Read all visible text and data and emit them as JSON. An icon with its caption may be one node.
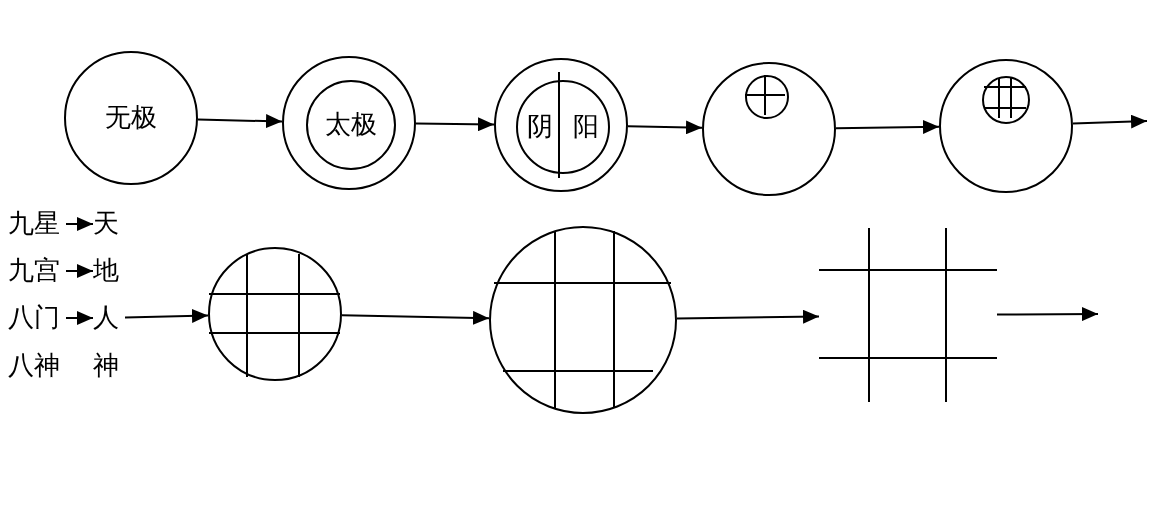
{
  "diagram": {
    "nodes": [
      {
        "text": [
          "无极"
        ]
      },
      {
        "text": [],
        "shape": "circle"
      },
      {
        "text": [
          "太极"
        ],
        "in": 1
      },
      {
        "text": [],
        "shape": "circle"
      },
      {
        "text": [
          "阴",
          "阳"
        ],
        "in": 3
      },
      {
        "text": [],
        "shape": "circle"
      },
      {
        "text": [],
        "shape": "circle",
        "in": 5
      },
      {
        "text": [],
        "shape": "circle"
      },
      {
        "text": [],
        "shape": "circle",
        "in": 7
      },
      {
        "text": [
          "九星"
        ]
      },
      {
        "text": [
          "天"
        ]
      },
      {
        "text": [
          "九宫"
        ]
      },
      {
        "text": [
          "地"
        ]
      },
      {
        "text": [
          "八门"
        ]
      },
      {
        "text": [
          "人"
        ]
      },
      {
        "text": [
          "八神"
        ]
      },
      {
        "text": [
          "神"
        ]
      },
      {
        "text": [],
        "shape": "circle"
      },
      {
        "text": [],
        "shape": "circle"
      },
      {
        "text": [],
        "shape": "grid"
      }
    ],
    "edges": [
      {
        "from": 0,
        "to": 1,
        "arrow": "to"
      },
      {
        "from": 1,
        "to": 3,
        "arrow": "to"
      },
      {
        "from": 3,
        "to": 5,
        "arrow": "to"
      },
      {
        "from": 5,
        "to": 7,
        "arrow": "to"
      },
      {
        "from": 7,
        "to": null,
        "arrow": "to"
      },
      {
        "from": 9,
        "to": 10,
        "arrow": "to"
      },
      {
        "from": 11,
        "to": 12,
        "arrow": "to"
      },
      {
        "from": 13,
        "to": 14,
        "arrow": "to"
      },
      {
        "from": 14,
        "to": 17,
        "arrow": "to"
      },
      {
        "from": 17,
        "to": 18,
        "arrow": "to"
      },
      {
        "from": 18,
        "to": 19,
        "arrow": "to"
      },
      {
        "from": 19,
        "to": null,
        "arrow": "to"
      }
    ]
  }
}
